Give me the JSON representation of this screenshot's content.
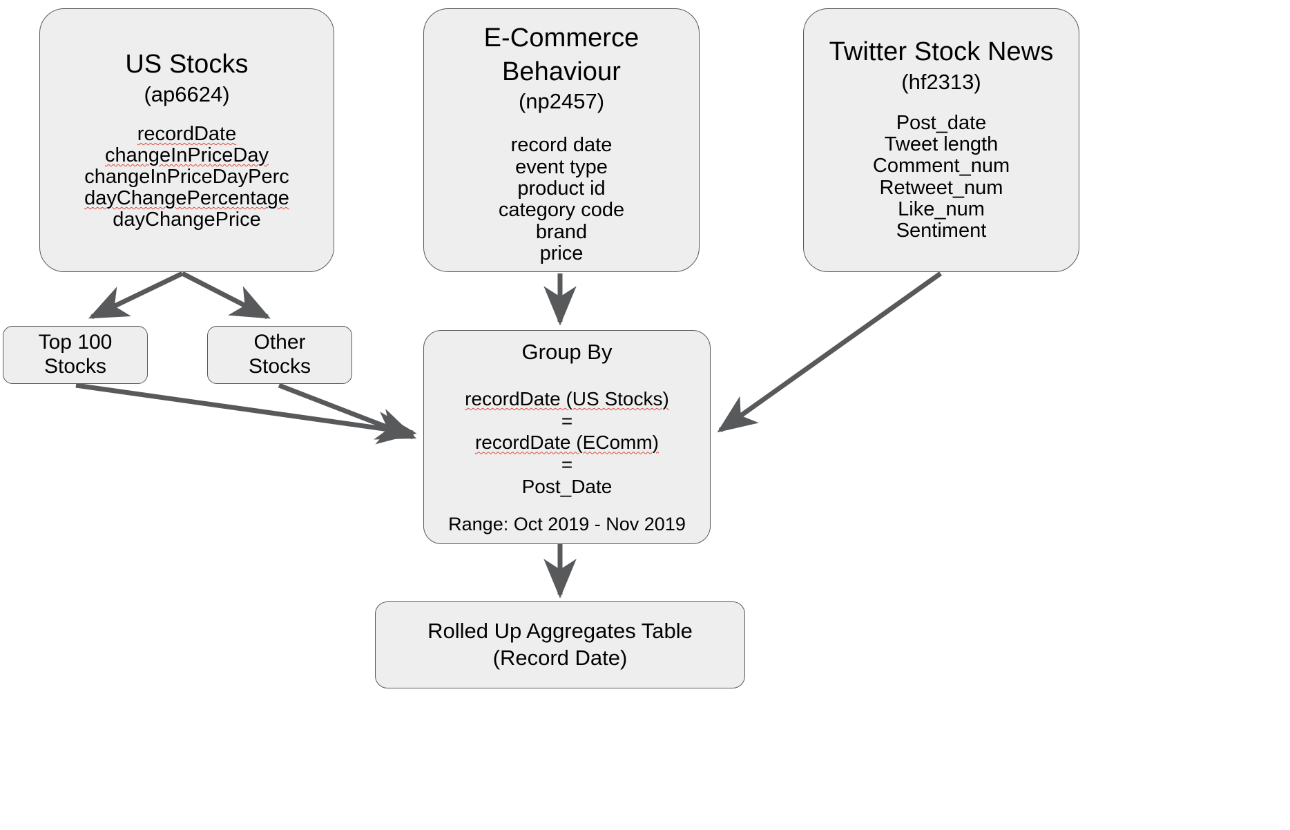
{
  "diagram": {
    "type": "flowchart",
    "background_color": "#ffffff",
    "node_fill": "#eeeeee",
    "node_border": "#58595b",
    "edge_color": "#58595b",
    "spellcheck_underline_color": "#d94a3d",
    "nodes": [
      {
        "id": "us-stocks",
        "title": "US Stocks",
        "subtitle": "(ap6624)",
        "fields": [
          {
            "text": "recordDate",
            "spellchecked": true
          },
          {
            "text": "changeInPriceDay",
            "spellchecked": true
          },
          {
            "text": "changeInPriceDayPerc",
            "spellchecked": false
          },
          {
            "text": "dayChangePercentage",
            "spellchecked": true
          },
          {
            "text": "dayChangePrice",
            "spellchecked": false
          }
        ]
      },
      {
        "id": "ecommerce",
        "title": "E-Commerce\nBehaviour",
        "subtitle": "(np2457)",
        "fields": [
          {
            "text": "record date",
            "spellchecked": false
          },
          {
            "text": "event type",
            "spellchecked": false
          },
          {
            "text": "product id",
            "spellchecked": false
          },
          {
            "text": "category code",
            "spellchecked": false
          },
          {
            "text": "brand",
            "spellchecked": false
          },
          {
            "text": "price",
            "spellchecked": false
          }
        ]
      },
      {
        "id": "twitter",
        "title": "Twitter Stock News",
        "subtitle": "(hf2313)",
        "fields": [
          {
            "text": "Post_date",
            "spellchecked": false
          },
          {
            "text": "Tweet length",
            "spellchecked": false
          },
          {
            "text": "Comment_num",
            "spellchecked": false
          },
          {
            "text": "Retweet_num",
            "spellchecked": false
          },
          {
            "text": "Like_num",
            "spellchecked": false
          },
          {
            "text": "Sentiment",
            "spellchecked": false
          }
        ]
      },
      {
        "id": "top100",
        "title": "Top 100\nStocks"
      },
      {
        "id": "other",
        "title": "Other\nStocks"
      },
      {
        "id": "groupby",
        "title": "Group By",
        "join_lines": [
          {
            "text": "recordDate (US Stocks)",
            "spellchecked": true
          },
          {
            "text": "=",
            "spellchecked": false
          },
          {
            "text": "recordDate (EComm)",
            "spellchecked": true
          },
          {
            "text": "=",
            "spellchecked": false
          },
          {
            "text": "Post_Date",
            "spellchecked": false
          }
        ],
        "range": "Range: Oct 2019 - Nov 2019"
      },
      {
        "id": "rollup",
        "title": "Rolled Up Aggregates Table\n(Record Date)"
      }
    ],
    "edges": [
      {
        "from": "us-stocks",
        "to": "top100"
      },
      {
        "from": "us-stocks",
        "to": "other"
      },
      {
        "from": "top100",
        "to": "groupby"
      },
      {
        "from": "other",
        "to": "groupby"
      },
      {
        "from": "ecommerce",
        "to": "groupby"
      },
      {
        "from": "twitter",
        "to": "groupby"
      },
      {
        "from": "groupby",
        "to": "rollup"
      }
    ]
  }
}
